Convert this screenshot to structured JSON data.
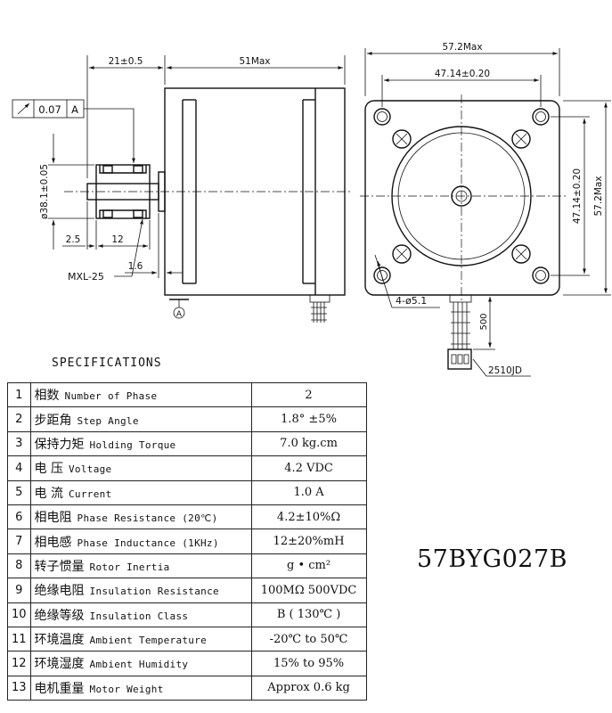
{
  "drawing": {
    "dim_shaft_length": "21±0.5",
    "dim_body_length": "51Max",
    "tolerance_value": "0.07",
    "tolerance_datum": "A",
    "dim_pulley_dia": "ø38.1±0.05",
    "dim_2_5": "2.5",
    "dim_12": "12",
    "pulley_label": "MXL-25",
    "dim_1_6": "1.6",
    "datum_label": "A",
    "dim_front_width": "57.2Max",
    "dim_hole_spacing_h": "47.14±0.20",
    "dim_hole_spacing_v": "47.14±0.20",
    "dim_front_height": "57.2Max",
    "dim_holes": "4-ø5.1",
    "dim_lead_length": "500",
    "connector_label": "2510JD"
  },
  "spec": {
    "title": "SPECIFICATIONS",
    "rows": [
      {
        "no": "1",
        "cn": "相数",
        "en": "Number of Phase",
        "value": "2"
      },
      {
        "no": "2",
        "cn": "步距角",
        "en": "Step Angle",
        "value": "1.8° ±5%"
      },
      {
        "no": "3",
        "cn": "保持力矩",
        "en": "Holding Torque",
        "value": "7.0 kg.cm"
      },
      {
        "no": "4",
        "cn": "电 压",
        "en": "Voltage",
        "value": "4.2 VDC"
      },
      {
        "no": "5",
        "cn": "电 流",
        "en": "Current",
        "value": "1.0 A"
      },
      {
        "no": "6",
        "cn": "相电阻",
        "en": "Phase Resistance (20℃)",
        "value": "4.2±10%Ω"
      },
      {
        "no": "7",
        "cn": "相电感",
        "en": "Phase Inductance (1KHz)",
        "value": "12±20%mH"
      },
      {
        "no": "8",
        "cn": "转子惯量",
        "en": "Rotor Inertia",
        "value": "g • cm²"
      },
      {
        "no": "9",
        "cn": "绝缘电阻",
        "en": "Insulation Resistance",
        "value": "100MΩ 500VDC"
      },
      {
        "no": "10",
        "cn": "绝缘等级",
        "en": "Insulation Class",
        "value": "B ( 130℃ )"
      },
      {
        "no": "11",
        "cn": "环境温度",
        "en": "Ambient Temperature",
        "value": "-20℃ to 50℃"
      },
      {
        "no": "12",
        "cn": "环境湿度",
        "en": "Ambient Humidity",
        "value": "15% to 95%"
      },
      {
        "no": "13",
        "cn": "电机重量",
        "en": "Motor Weight",
        "value": "Approx 0.6 kg"
      }
    ]
  },
  "model": "57BYG027B"
}
